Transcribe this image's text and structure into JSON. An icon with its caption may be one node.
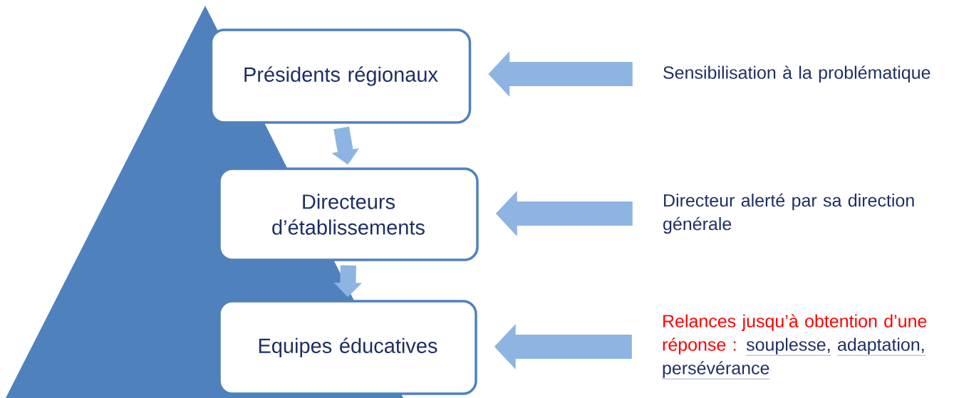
{
  "diagram": {
    "nodes": [
      {
        "text": [
          "Présidents régionaux"
        ]
      },
      {
        "text": [
          "Directeurs d’établissements"
        ]
      },
      {
        "text": [
          "Equipes éducatives"
        ]
      },
      {
        "text": [
          "Sensibilisation à la problématique"
        ]
      },
      {
        "text": [
          "Directeur alerté par sa direction générale"
        ]
      },
      {
        "text": [
          "Relances jusqu’à obtention d’une réponse :",
          "souplesse,",
          "adaptation,",
          "persévérance"
        ]
      }
    ],
    "edges": [
      {
        "from": 0,
        "to": 1,
        "arrow": "to"
      },
      {
        "from": 1,
        "to": 2,
        "arrow": "to"
      },
      {
        "from": 3,
        "to": 0,
        "arrow": "to"
      },
      {
        "from": 4,
        "to": 1,
        "arrow": "to"
      },
      {
        "from": 5,
        "to": 2,
        "arrow": "to"
      }
    ]
  }
}
